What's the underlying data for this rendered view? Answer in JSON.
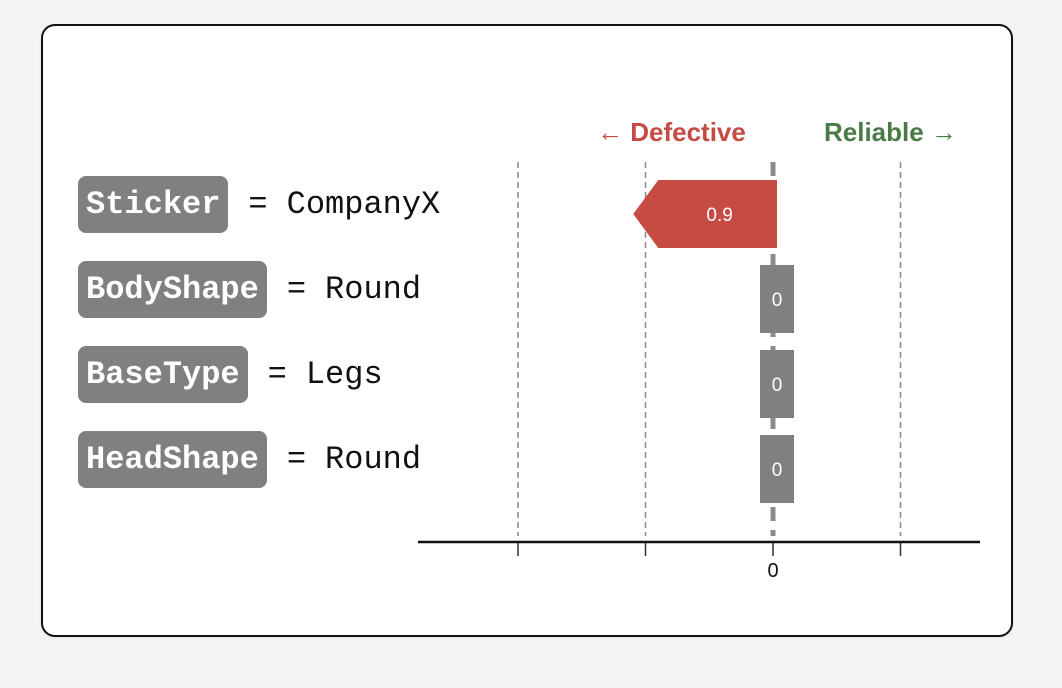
{
  "header": {
    "defective_label": "← Defective",
    "reliable_label": "Reliable →"
  },
  "features": [
    {
      "name": "Sticker",
      "equals": "=",
      "value": "CompanyX"
    },
    {
      "name": "BodyShape",
      "equals": "=",
      "value": "Round"
    },
    {
      "name": "BaseType",
      "equals": "=",
      "value": "Legs"
    },
    {
      "name": "HeadShape",
      "equals": "=",
      "value": "Round"
    }
  ],
  "chart_data": {
    "type": "bar",
    "orientation": "horizontal",
    "categories": [
      "Sticker = CompanyX",
      "BodyShape = Round",
      "BaseType = Legs",
      "HeadShape = Round"
    ],
    "values": [
      -0.9,
      0,
      0,
      0
    ],
    "value_labels": [
      "0.9",
      "0",
      "0",
      "0"
    ],
    "x_ticks": [
      -2,
      -1,
      0,
      1
    ],
    "x_tick_labels": [
      "",
      "",
      "0",
      ""
    ],
    "xlim": [
      -2.8,
      1.6
    ],
    "grid": true,
    "colors": {
      "negative": "#c64b43",
      "neutral": "#808080",
      "defective": "#c64b43",
      "reliable": "#4a7a45"
    }
  }
}
